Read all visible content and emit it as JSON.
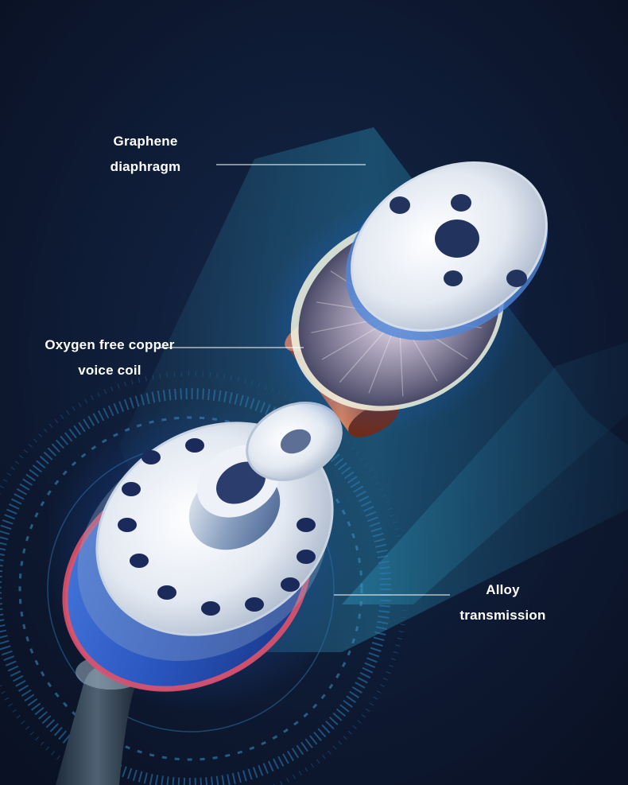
{
  "labels": {
    "graphene": {
      "line1": "Graphene",
      "line2": "diaphragm"
    },
    "coil": {
      "line1": "Oxygen free copper",
      "line2": "voice coil"
    },
    "alloy": {
      "line1": "Alloy",
      "line2": "transmission"
    }
  },
  "colors": {
    "background": "#0c1428",
    "beam": "#1f6f92",
    "glow": "#2f86ff",
    "copper": "#c8603e",
    "metal": "#dfe6f0",
    "leader_line": "#ffffff"
  }
}
